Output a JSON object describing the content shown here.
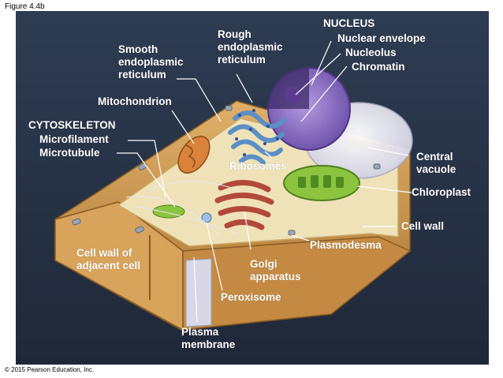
{
  "figure_label": "Figure 4.4b",
  "copyright": "© 2015 Pearson Education, Inc.",
  "colors": {
    "background": "#2a3548",
    "label_text": "#ffffff",
    "cell_wall": "#c9954d",
    "cytoplasm": "#efe2b8",
    "nucleus": "#8a6fc4",
    "central_vacuole": "#e9e9f4",
    "chloroplast": "#8dc43f",
    "golgi": "#b2493a",
    "rough_er": "#5b8fc6",
    "mitochondrion": "#d9823a"
  },
  "labels": {
    "nucleus_heading": "NUCLEUS",
    "nuclear_envelope": "Nuclear envelope",
    "nucleolus": "Nucleolus",
    "chromatin": "Chromatin",
    "rough_er": "Rough\nendoplasmic\nreticulum",
    "smooth_er": "Smooth\nendoplasmic\nreticulum",
    "mitochondrion": "Mitochondrion",
    "cytoskeleton_heading": "CYTOSKELETON",
    "microfilament": "Microfilament",
    "microtubule": "Microtubule",
    "ribosomes": "Ribosomes",
    "central_vacuole": "Central\nvacuole",
    "chloroplast": "Chloroplast",
    "cell_wall": "Cell wall",
    "plasmodesma": "Plasmodesma",
    "cell_wall_adjacent": "Cell wall of\nadjacent cell",
    "golgi": "Golgi\napparatus",
    "peroxisome": "Peroxisome",
    "plasma_membrane": "Plasma\nmembrane"
  }
}
